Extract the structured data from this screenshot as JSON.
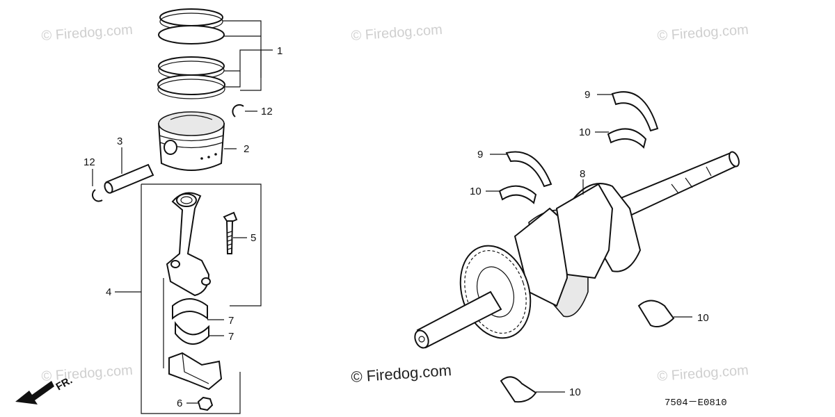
{
  "watermarks": {
    "w1": "© Firedog.com",
    "w2": "© Firedog.com",
    "w3": "© Firedog.com",
    "w4": "© Firedog.com",
    "w5": "© Firedog.com",
    "center": "© Firedog.com"
  },
  "labels": {
    "p1": "1",
    "p2": "2",
    "p3": "3",
    "p4": "4",
    "p5": "5",
    "p6": "6",
    "p7a": "7",
    "p7b": "7",
    "p8": "8",
    "p9a": "9",
    "p9b": "9",
    "p10a": "10",
    "p10b": "10",
    "p10c": "10",
    "p10d": "10",
    "p12a": "12",
    "p12b": "12"
  },
  "front_indicator": "FR.",
  "diagram_code": "7504－E0810",
  "colors": {
    "line": "#111111",
    "watermark": "#cfcfcf",
    "background": "#ffffff"
  }
}
